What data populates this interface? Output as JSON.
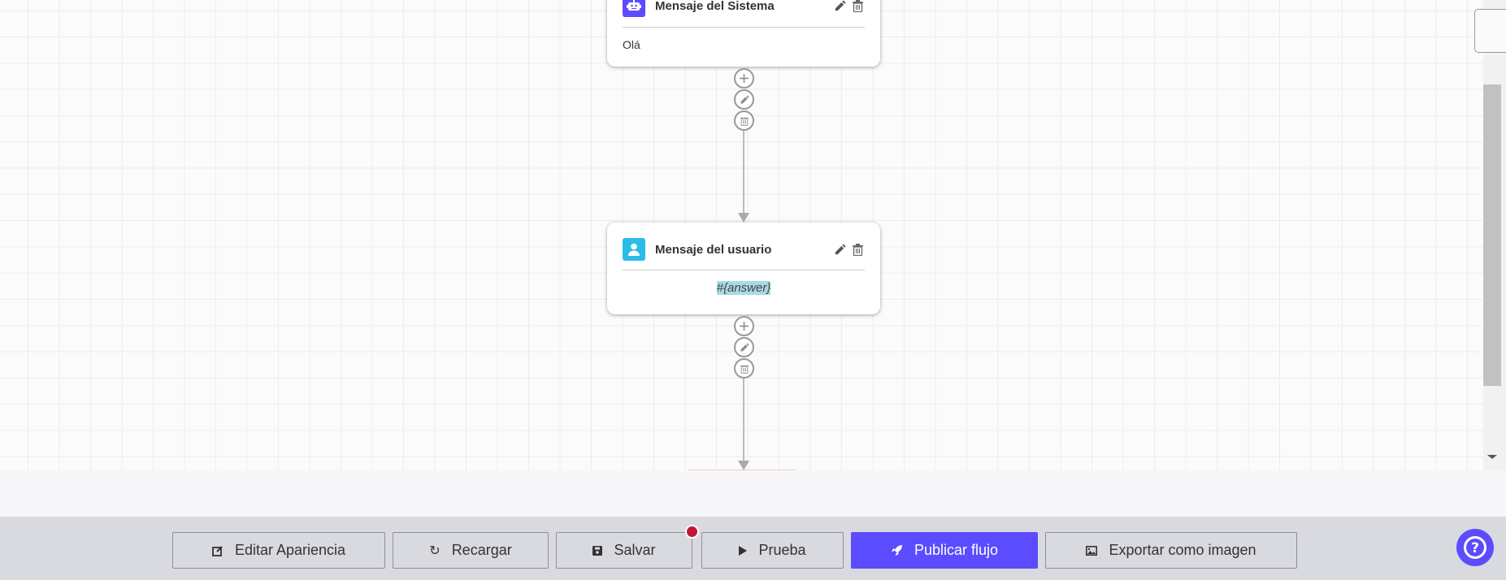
{
  "nodes": [
    {
      "title": "Mensaje del Sistema",
      "icon": "robot-icon",
      "icon_color": "#5b4cff",
      "content": "Olá"
    },
    {
      "title": "Mensaje del usuario",
      "icon": "user-icon",
      "icon_color": "#2bbce9",
      "content": "#{answer}",
      "content_highlight": "#a8dae6"
    }
  ],
  "toolbar": {
    "edit_appearance": "Editar Apariencia",
    "reload": "Recargar",
    "save": "Salvar",
    "test": "Prueba",
    "publish": "Publicar flujo",
    "export": "Exportar como imagen"
  },
  "colors": {
    "accent": "#5b4cff",
    "unsaved_dot": "#c0163a"
  }
}
